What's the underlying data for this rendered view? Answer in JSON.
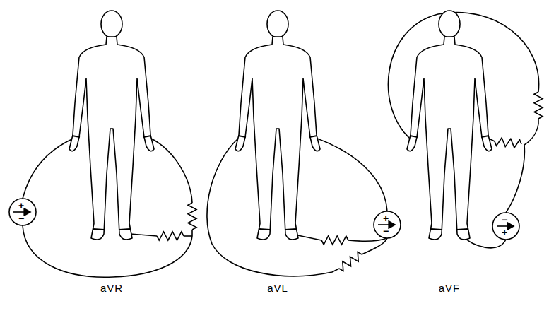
{
  "diagram": {
    "labels": [
      "aVR",
      "aVL",
      "aVF",
      "+",
      "−",
      "+",
      "−",
      "−",
      "+"
    ]
  }
}
